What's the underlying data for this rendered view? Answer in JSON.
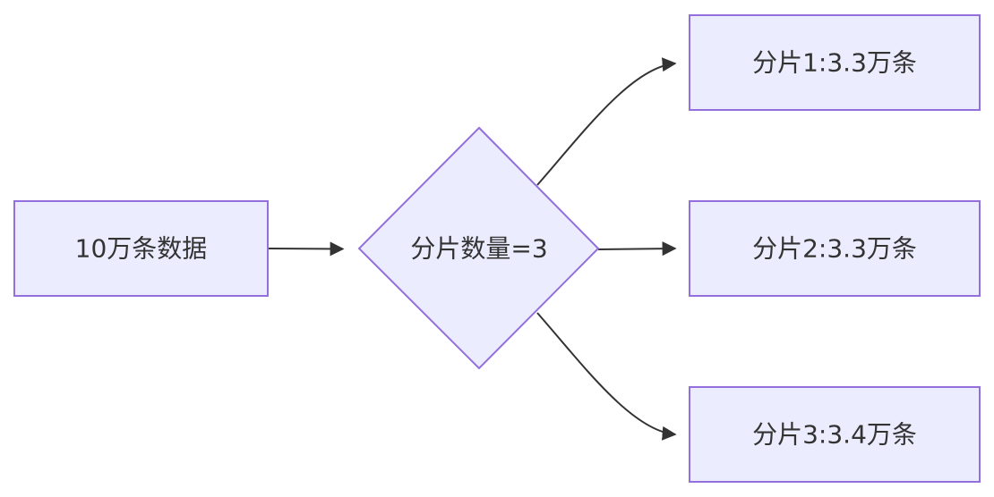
{
  "colors": {
    "node_fill": "#ececff",
    "node_stroke": "#9370db",
    "edge": "#333333",
    "text": "#333333",
    "background": "#ffffff"
  },
  "nodes": {
    "source": {
      "label": "10万条数据",
      "shape": "rectangle"
    },
    "decision": {
      "label": "分片数量=3",
      "shape": "diamond"
    },
    "shard1": {
      "label": "分片1:3.3万条",
      "shape": "rectangle"
    },
    "shard2": {
      "label": "分片2:3.3万条",
      "shape": "rectangle"
    },
    "shard3": {
      "label": "分片3:3.4万条",
      "shape": "rectangle"
    }
  },
  "edges": [
    {
      "from": "source",
      "to": "decision"
    },
    {
      "from": "decision",
      "to": "shard1"
    },
    {
      "from": "decision",
      "to": "shard2"
    },
    {
      "from": "decision",
      "to": "shard3"
    }
  ]
}
